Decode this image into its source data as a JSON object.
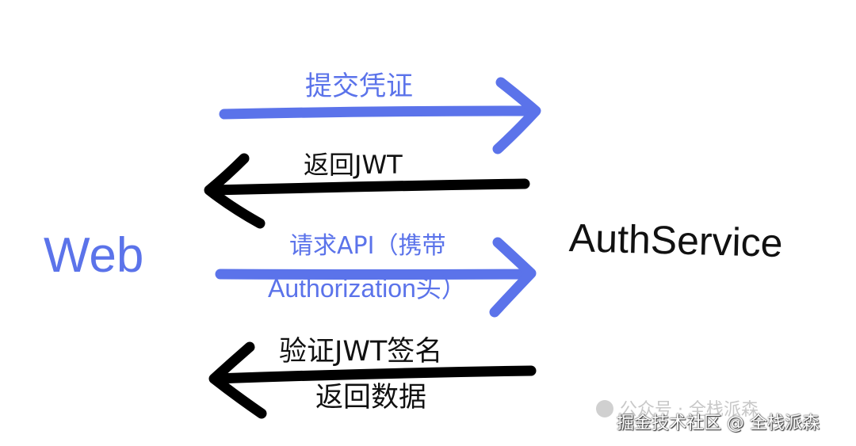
{
  "nodes": {
    "client": "Web",
    "server": "AuthService"
  },
  "messages": {
    "submit_credentials": "提交凭证",
    "return_jwt": "返回JWT",
    "request_api_line1": "请求API（携带",
    "request_api_line2": "Authorization头）",
    "verify_signature": "验证JWT签名",
    "return_data": "返回数据"
  },
  "watermarks": {
    "wechat": "公众号 · 全栈派森",
    "juejin": "掘金技术社区 @ 全栈派森"
  },
  "colors": {
    "request_arrow": "#5b73ea",
    "response_arrow": "#000000",
    "client_label": "#5b73ea",
    "server_label": "#111111"
  },
  "icons": {
    "wechat_watermark": "wechat-icon"
  }
}
